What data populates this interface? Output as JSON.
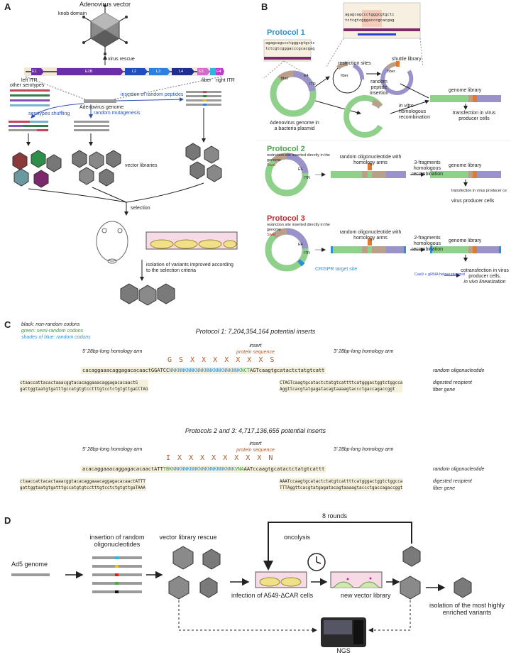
{
  "panels": {
    "a": "A",
    "b": "B",
    "c": "C",
    "d": "D"
  },
  "panel_a": {
    "vector_title": "Adenovirus vector",
    "knob_domain": "knob domain",
    "virus_rescue": "virus rescue",
    "left_itr": "left ITR",
    "right_itr": "right ITR",
    "fiber": "fiber",
    "genes": [
      "E1",
      "E2B",
      "L2",
      "L3",
      "L4",
      "E3",
      "F4"
    ],
    "other_serotypes": "other serotypes",
    "adenovirus_genome": "Adenovirus genome",
    "serotypes_shuffling": "serotypes shuffling",
    "random_mutagenesis": "random mutagenesis",
    "insertion_random_peptides": "insertion of random peptides",
    "vector_libraries": "vector libraries",
    "selection": "selection",
    "isolation": "isolation of variants improved according to the selection criteria"
  },
  "panel_b": {
    "protocol1": "Protocol 1",
    "protocol2": "Protocol 2",
    "protocol3": "Protocol 3",
    "restriction_sites": "restriction sites",
    "shuttle_library": "shuttle library",
    "random_peptide_insertion": "random peptide insertion",
    "in_vitro": "in vitro",
    "homologous_recombination": "homologous recombination",
    "genome_library": "genome library",
    "transfection": "transfection in virus producer cells",
    "adeno_in_plasmid": "Adenovirus genome in a bacteria plasmid",
    "fiber": "fiber",
    "e4": "E4",
    "itr": "ITR",
    "swai": "SwaI",
    "restriction_inserted": "restriction site inserted directly in the genome",
    "random_oligo_arms": "random oligonucleotide with homology arms",
    "three_frag": "3-fragments homologous recombination",
    "two_frag": "2-fragments homologous recombination",
    "transfection_short": "transfection in virus producer ce",
    "virus_producer_cells": "virus producer cells",
    "crispr_target": "CRISPR target site",
    "cas9": "Cas9 + gRNA helper plasmid",
    "cotransfection": "cotransfection in virus producer cells,",
    "in_vivo_lin": "in vivo linearization",
    "dummy_seq1": "agagcagccctgggcgtgctc",
    "dummy_seq2": "tctcgtcgggacccgcacgag"
  },
  "panel_c": {
    "legend_black": "black: non-random codons",
    "legend_green": "green: semi-random codons",
    "legend_blue": "shades of blue: random codons",
    "p1_title": "Protocol 1:  7,204,354,164 potential inserts",
    "p23_title": "Protocols 2 and 3:  4,717,136,655 potential inserts",
    "arm5": "5’ 28bp-long homology arm",
    "arm3": "3’ 28bp-long homology arm",
    "insert": "insert",
    "protein_sequence": "protein sequence",
    "p1_aa": "G S X X X X X X X S",
    "p23_aa": "I X X X X X X X X N",
    "random_oligo": "random oligonucleotide",
    "digested": "digested recipient",
    "fiber_gene": "fiber gene",
    "p1_oligo_left": "cacaggaaacaggagacacaactGGATCC",
    "p1_oligo_mid": "NNKNNKNNKNNKNNKNNKNNKNNK",
    "p1_oligo_nct": "NCT",
    "p1_oligo_right": "AGTcaagtgcatactctatgtcatt",
    "p1_left_top": "ctaaccattacactaaacggtacacaggaaacaggagacacaactG",
    "p1_left_bot": "gattggtaatgtgatttgccatgtgtcctttgtcctctgtgttgaCCTAG",
    "p1_right_top": "CTAGTcaagtgcatactctatgtcattttcatgggactggtctggcca",
    "p1_right_bot": "Aggttcacgtatgagatacagtaaaagtaccctgaccagaccggt",
    "p23_oligo_left": "acacaggaaacaggagacacaactATT",
    "p23_oligo_tbk": "TBK",
    "p23_oligo_mid": "NNKNNKNNKNNKNNKNNKNNK",
    "p23_oligo_vna": "VNA",
    "p23_oligo_right": "AATccaagtgcatactctatgtcattt",
    "p23_left_top": "ctaaccattacactaaacggtacacaggaaacaggagacacaactATTT",
    "p23_left_bot": "gattggtaatgtgatttgccatgtgtcctttgtcctctgtgttgaTAAA",
    "p23_right_top": "AAATccaagtgcatactctatgtcattttcatgggactggtctggcca",
    "p23_right_bot": "TTTAggttcacgtatgagatacagtaaaagtaccctgaccagaccggt"
  },
  "panel_d": {
    "ad5_genome": "Ad5 genome",
    "insertion": "insertion of random oligonucleotides",
    "vector_rescue": "vector library rescue",
    "rounds": "8 rounds",
    "oncolysis": "oncolysis",
    "infection": "infection of A549-ΔCAR cells",
    "new_library": "new vector library",
    "isolation": "isolation of the most highly enriched variants",
    "ngs": "NGS"
  },
  "colors": {
    "green": "#8fd18b",
    "purple": "#9a93c9",
    "orange": "#e07a2e",
    "blue_text": "#2b4fb6",
    "protocol1": "#2f8fd4",
    "protocol2": "#4aa84a",
    "protocol3": "#c02b2b",
    "brown": "#b05a2a",
    "navy": "#1f2f8f"
  }
}
